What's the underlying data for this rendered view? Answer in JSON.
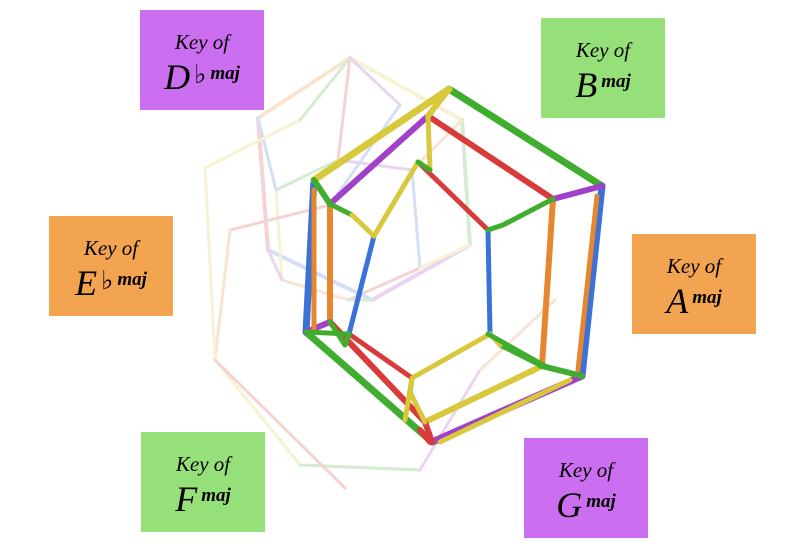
{
  "keys": [
    {
      "id": "box-db",
      "prefix": "Key of",
      "note": "D",
      "accidental": "♭",
      "quality": "maj",
      "color": "#cc6ef0"
    },
    {
      "id": "box-b",
      "prefix": "Key of",
      "note": "B",
      "accidental": "",
      "quality": "maj",
      "color": "#96e07a"
    },
    {
      "id": "box-eb",
      "prefix": "Key of",
      "note": "E",
      "accidental": "♭",
      "quality": "maj",
      "color": "#f3a451"
    },
    {
      "id": "box-a",
      "prefix": "Key of",
      "note": "A",
      "accidental": "",
      "quality": "maj",
      "color": "#f3a451"
    },
    {
      "id": "box-f",
      "prefix": "Key of",
      "note": "F",
      "accidental": "",
      "quality": "maj",
      "color": "#96e07a"
    },
    {
      "id": "box-g",
      "prefix": "Key of",
      "note": "G",
      "accidental": "",
      "quality": "maj",
      "color": "#cc6ef0"
    }
  ],
  "edge_colors": {
    "green": "#3fae2e",
    "blue": "#3a72d8",
    "purple": "#a140c8",
    "red": "#d93a3a",
    "orange": "#e6862e",
    "yellow": "#d8c93c"
  }
}
